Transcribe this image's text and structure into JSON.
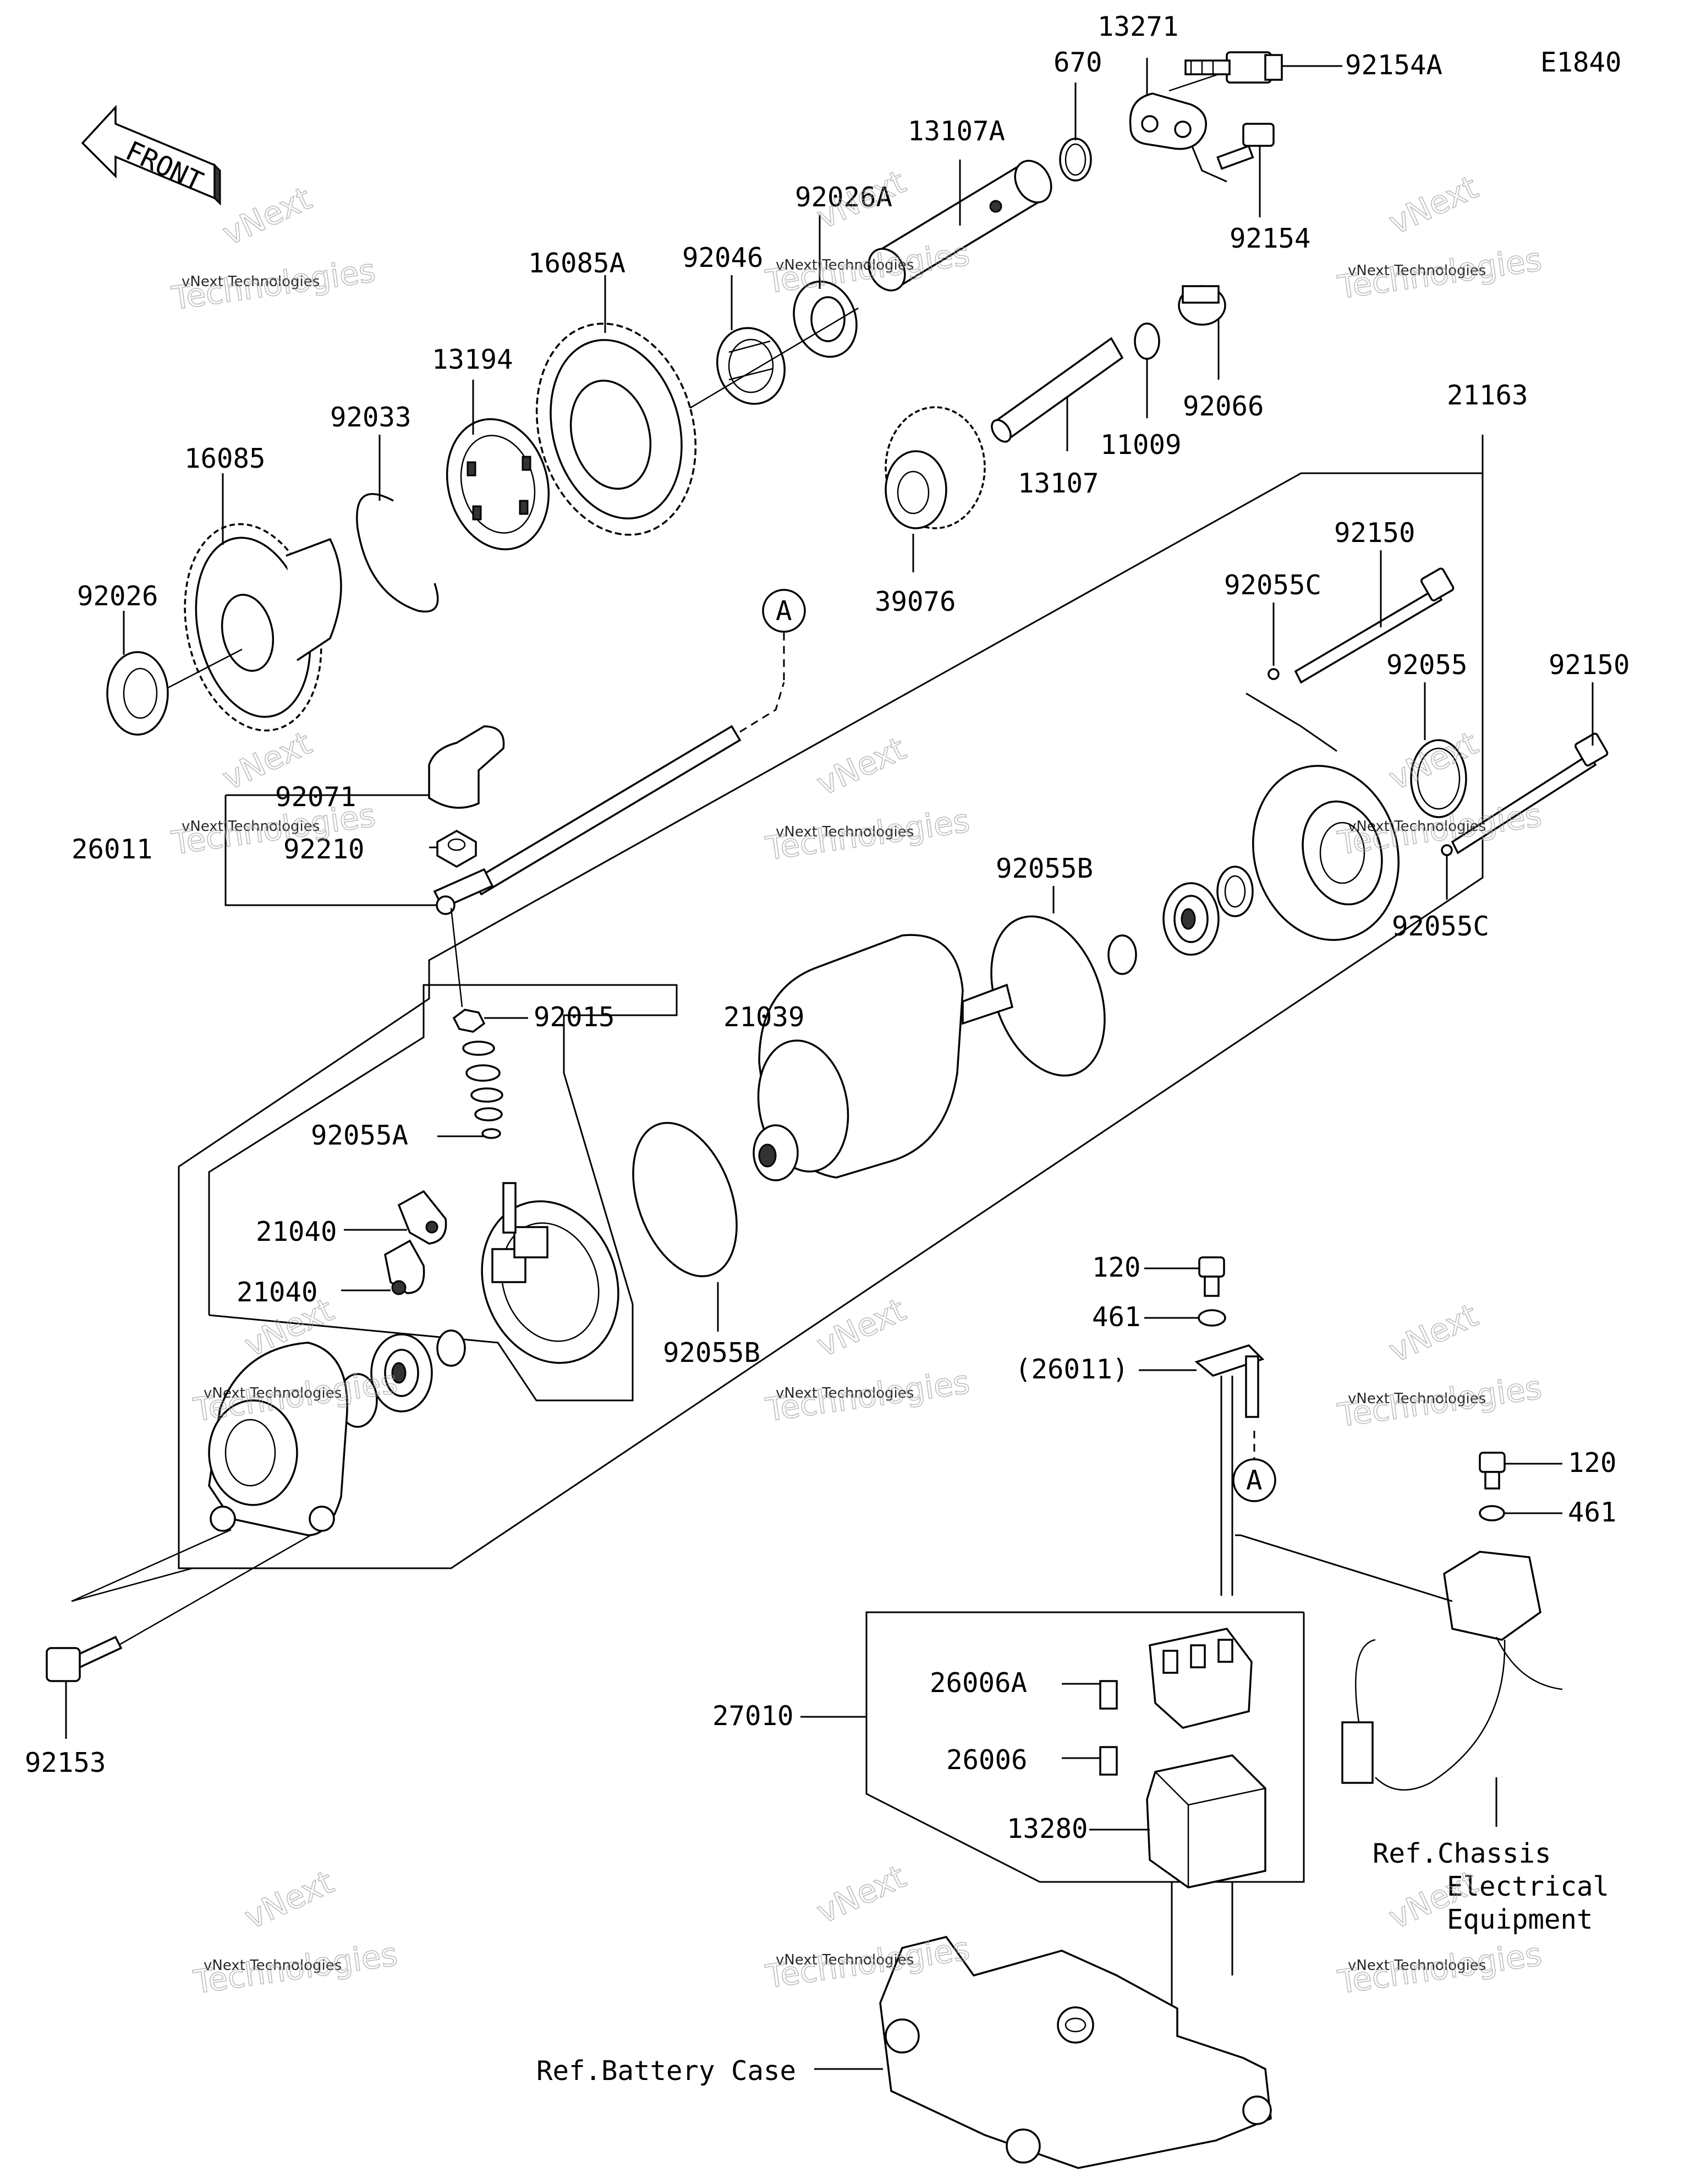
{
  "diagram_code": "E1840",
  "front_label": "FRONT",
  "parts": {
    "p92154A": "92154A",
    "p13271": "13271",
    "p670": "670",
    "p13107A": "13107A",
    "p92154": "92154",
    "p92026A": "92026A",
    "p92046": "92046",
    "p16085A": "16085A",
    "p13194": "13194",
    "p92033": "92033",
    "p16085": "16085",
    "p92026": "92026",
    "p92066": "92066",
    "p11009": "11009",
    "p13107": "13107",
    "p39076": "39076",
    "p21163": "21163",
    "p92150a": "92150",
    "p92055C_top": "92055C",
    "p92055": "92055",
    "p92150b": "92150",
    "p92055C_bot": "92055C",
    "p92071": "92071",
    "p26011": "26011",
    "p92210": "92210",
    "p92055B_top": "92055B",
    "p92015": "92015",
    "p21039": "21039",
    "p92055A": "92055A",
    "p21040a": "21040",
    "p21040b": "21040",
    "p92055B_bot": "92055B",
    "p92153": "92153",
    "p120a": "120",
    "p461a": "461",
    "p26011_ref": "(26011)",
    "p120b": "120",
    "p461b": "461",
    "p27010": "27010",
    "p26006A": "26006A",
    "p26006": "26006",
    "p13280": "13280"
  },
  "connector_marks": {
    "a1": "A",
    "a2": "A"
  },
  "refs": {
    "chassis_1": "Ref.Chassis",
    "chassis_2": "Electrical",
    "chassis_3": "Equipment",
    "battery": "Ref.Battery Case"
  },
  "watermark": {
    "small": "vNext Technologies",
    "big": "Technologies",
    "brand": "vNext"
  }
}
